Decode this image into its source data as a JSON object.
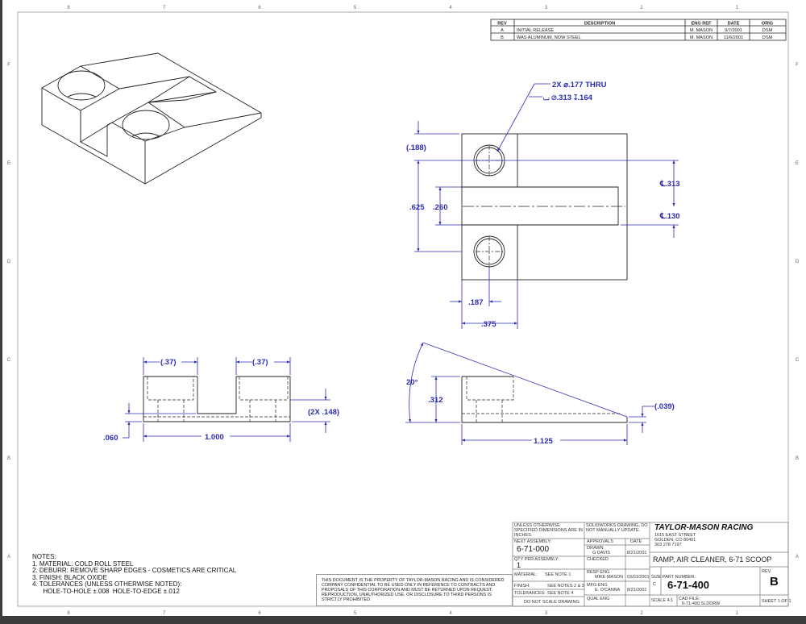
{
  "border": {
    "columns": [
      "8",
      "7",
      "6",
      "5",
      "4",
      "3",
      "2",
      "1"
    ],
    "rows": [
      "F",
      "E",
      "D",
      "C",
      "B",
      "A"
    ]
  },
  "colors": {
    "dimension": "#2b2bb5",
    "geometry": "#222222"
  },
  "revision_table": {
    "headers": [
      "REV",
      "DESCRIPTION",
      "ENG REF",
      "DATE",
      "ORIG"
    ],
    "rows": [
      [
        "A",
        "INITIAL RELEASE",
        "M. MASON",
        "9/7/2001",
        "DSM"
      ],
      [
        "B",
        "WAS ALUMINUM, NOW STEEL",
        "M. MASON",
        "11/6/2001",
        "DSM"
      ]
    ]
  },
  "top_view": {
    "hole_callout_1": "2X ⌀.177 THRU",
    "hole_callout_2": "⌴ ⌀.313 ↧.164",
    "dim_188": "(.188)",
    "dim_625": ".625",
    "dim_260": ".260",
    "dim_313": "℄.313",
    "dim_130": "℄.130",
    "dim_187": ".187",
    "dim_375": ".375"
  },
  "front_view": {
    "dim_37_left": "(.37)",
    "dim_37_right": "(.37)",
    "dim_148": "(2X .148)",
    "dim_060": ".060",
    "dim_1000": "1.000"
  },
  "side_view": {
    "dim_angle": "20°",
    "dim_312": ".312",
    "dim_1125": "1.125",
    "dim_039": "(.039)"
  },
  "notes": {
    "title": "NOTES:",
    "items": [
      "1.  MATERIAL: COLD ROLL STEEL",
      "2.  DEBURR: REMOVE SHARP EDGES - COSMETICS ARE CRITICAL",
      "3.  FINISH: BLACK OXIDE",
      "4.  TOLERANCES (UNLESS OTHERWISE NOTED):",
      "      HOLE-TO-HOLE ±.008  HOLE-TO-EDGE ±.012"
    ]
  },
  "disclaimer": "THIS DOCUMENT IS THE PROPERTY OF TAYLOR-MASON RACING AND IS CONSIDERED COMPANY CONFIDENTIAL TO BE USED ONLY IN REFERENCE TO CONTRACTS AND PROPOSALS OF THIS CORPORATION AND MUST BE RETURNED UPON REQUEST.  REPRODUCTION, UNAUTHORIZED USE, OR DISCLOSURE TO THIRD PERSONS IS STRICTLY PROHIBITED.",
  "title_block": {
    "unless": "UNLESS OTHERWISE SPECIFIED DIMENSIONS ARE IN INCHES.",
    "solidworks": "SOLIDWORKS DRAWING, DO NOT MANUALLY UPDATE.",
    "next_assembly_label": "NEXT ASSEMBLY:",
    "next_assembly": "6-71-000",
    "qty_label": "QTY PER ASSEMBLY:",
    "qty": "1",
    "material_label": "MATERIAL:",
    "material": "SEE NOTE 1",
    "finish_label": "FINISH:",
    "finish": "SEE NOTES 2 & 3",
    "tolerances_label": "TOLERANCES:",
    "tolerances": "SEE NOTE 4",
    "do_not_scale": "DO NOT SCALE DRAWING",
    "approvals_label": "APPROVALS",
    "date_label": "DATE",
    "drawn_label": "DRAWN",
    "drawn_by": "G DAVIS",
    "drawn_date": "8/21/2001",
    "checked_label": "CHECKED",
    "resp_eng_label": "RESP ENG",
    "resp_eng": "MIKE MASON",
    "resp_eng_date": "03/01/2001",
    "mfg_eng_label": "MFG ENG",
    "mfg_eng": "E. O'CANNA",
    "mfg_eng_date": "8/21/2001",
    "qual_eng_label": "QUAL ENG",
    "company": "TAYLOR-MASON RACING",
    "address_1": "1615 EAST STREET",
    "address_2": "GOLDEN, CO  80401",
    "phone": "303 278 7197",
    "title": "RAMP, AIR CLEANER, 6-71 SCOOP",
    "size_label": "SIZE",
    "size": "C",
    "part_number_label": "PART NUMBER:",
    "part_number": "6-71-400",
    "rev_label": "REV.",
    "rev": "B",
    "scale": "SCALE 4:1",
    "cad_file_label": "CAD FILE:",
    "cad_file": "6-71-400.SLDDRW",
    "sheet": "SHEET 1 OF 1"
  }
}
